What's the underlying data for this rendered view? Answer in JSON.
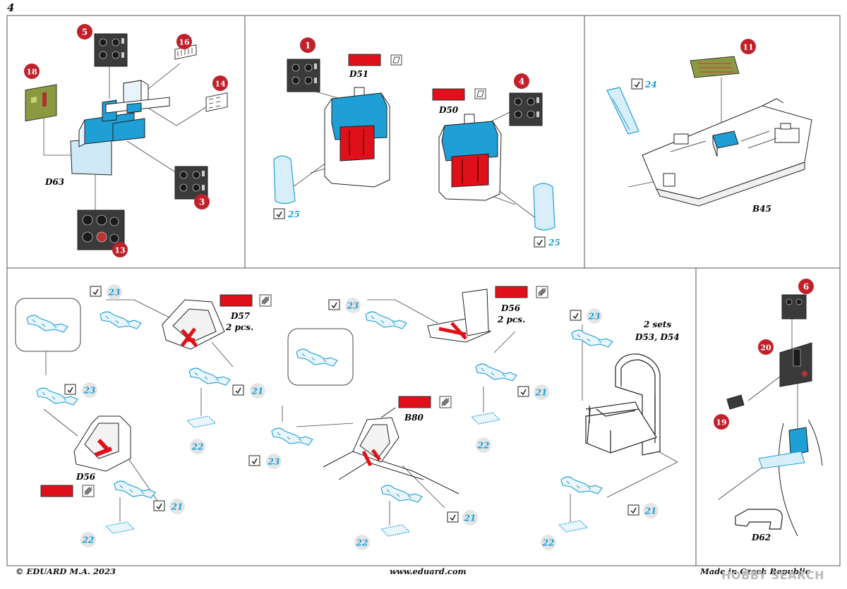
{
  "page_number": "4",
  "footer": {
    "copyright": "© EDUARD  M.A. 2023",
    "website": "www.eduard.com",
    "made_in": "Made in Czech Republic"
  },
  "watermark": "HOBBY SEARCH",
  "colors": {
    "step_badge": "#c0202a",
    "part_blue": "#1e9fd6",
    "part_light_blue": "#cfe9f6",
    "paint_red": "#e0101a",
    "panel_dark": "#3a3a3a",
    "pe_green": "#8a9a40"
  },
  "panel1": {
    "part_label": "D63",
    "steps": [
      "5",
      "16",
      "18",
      "14",
      "3",
      "13"
    ]
  },
  "panel2": {
    "left_part": "D51",
    "right_part": "D50",
    "steps": [
      "1",
      "4"
    ],
    "callouts": [
      "25",
      "25"
    ]
  },
  "panel3": {
    "part_label": "B45",
    "step": "11",
    "callout": "24"
  },
  "panel4": {
    "seat1_label": "D57",
    "seat1_qty": "2 pcs.",
    "seat2_label": "D56",
    "seat3_label": "D56",
    "seat3_qty": "2 pcs.",
    "floor_label": "B80",
    "sets_label": "2 sets",
    "sets_parts": "D53, D54",
    "callouts": [
      "23",
      "23",
      "21",
      "22",
      "21",
      "22",
      "23",
      "23",
      "21",
      "22",
      "21",
      "22",
      "23",
      "21",
      "22"
    ]
  },
  "panel5": {
    "part_label": "D62",
    "steps": [
      "6",
      "20",
      "19"
    ]
  }
}
